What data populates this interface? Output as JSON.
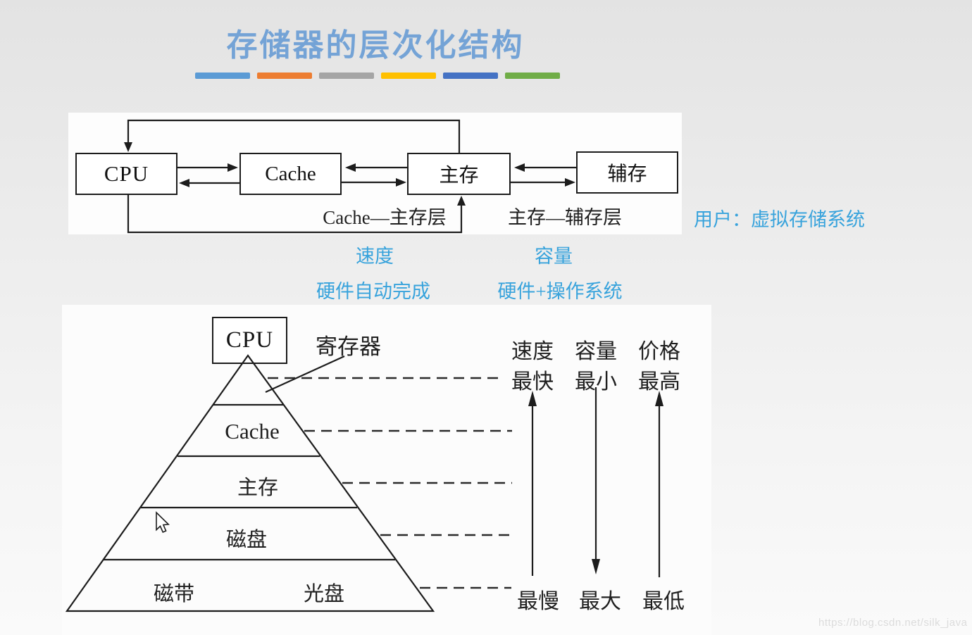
{
  "slide": {
    "title": "存储器的层次化结构",
    "watermark": "https://blog.csdn.net/silk_java"
  },
  "colors": {
    "title_text": "#74a3d6",
    "accent_text": "#38a3dc",
    "bar_colors": [
      "#5B9BD5",
      "#ED7D31",
      "#A5A5A5",
      "#FFC000",
      "#4472C4",
      "#70AD47"
    ]
  },
  "flow": {
    "cpu": "CPU",
    "cache": "Cache",
    "main_mem": "主存",
    "aux_mem": "辅存",
    "cache_main_layer": "Cache—主存层",
    "main_aux_layer": "主存—辅存层",
    "user_note": "用户：虚拟存储系统",
    "speed": "速度",
    "capacity": "容量",
    "hw_auto": "硬件自动完成",
    "hw_plus_os": "硬件+操作系统"
  },
  "pyramid": {
    "cpu": "CPU",
    "register": "寄存器",
    "level_cache": "Cache",
    "level_main": "主存",
    "level_disk": "磁盘",
    "level_tape": "磁带",
    "level_optical": "光盘",
    "col_speed": "速度",
    "col_capacity": "容量",
    "col_price": "价格",
    "speed_top": "最快",
    "capacity_top": "最小",
    "price_top": "最高",
    "speed_bottom": "最慢",
    "capacity_bottom": "最大",
    "price_bottom": "最低"
  }
}
